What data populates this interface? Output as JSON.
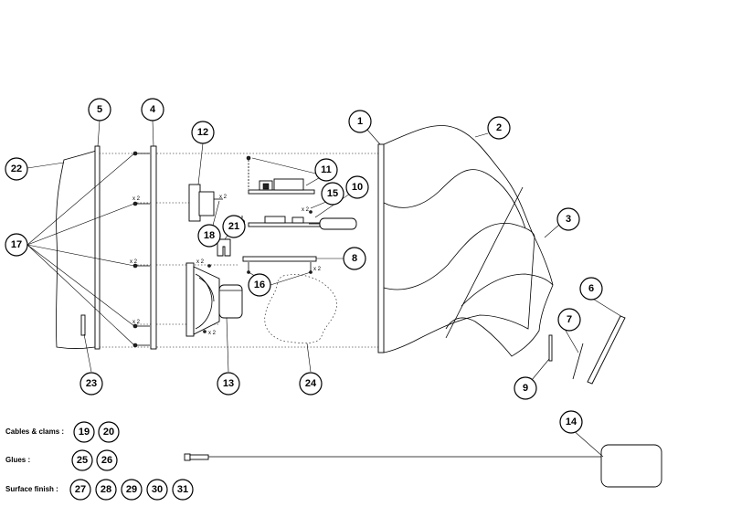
{
  "callouts": {
    "c1": "1",
    "c2": "2",
    "c3": "3",
    "c4": "4",
    "c5": "5",
    "c6": "6",
    "c7": "7",
    "c8": "8",
    "c9": "9",
    "c10": "10",
    "c11": "11",
    "c12": "12",
    "c13": "13",
    "c14": "14",
    "c15": "15",
    "c16": "16",
    "c17": "17",
    "c18": "18",
    "c19": "19",
    "c20": "20",
    "c21": "21",
    "c22": "22",
    "c23": "23",
    "c24": "24",
    "c25": "25",
    "c26": "26",
    "c27": "27",
    "c28": "28",
    "c29": "29",
    "c30": "30",
    "c31": "31"
  },
  "quantities": {
    "x2": "x 2"
  },
  "legend": {
    "cables": "Cables & clams :",
    "glues": "Glues :",
    "surface": "Surface finish :"
  }
}
